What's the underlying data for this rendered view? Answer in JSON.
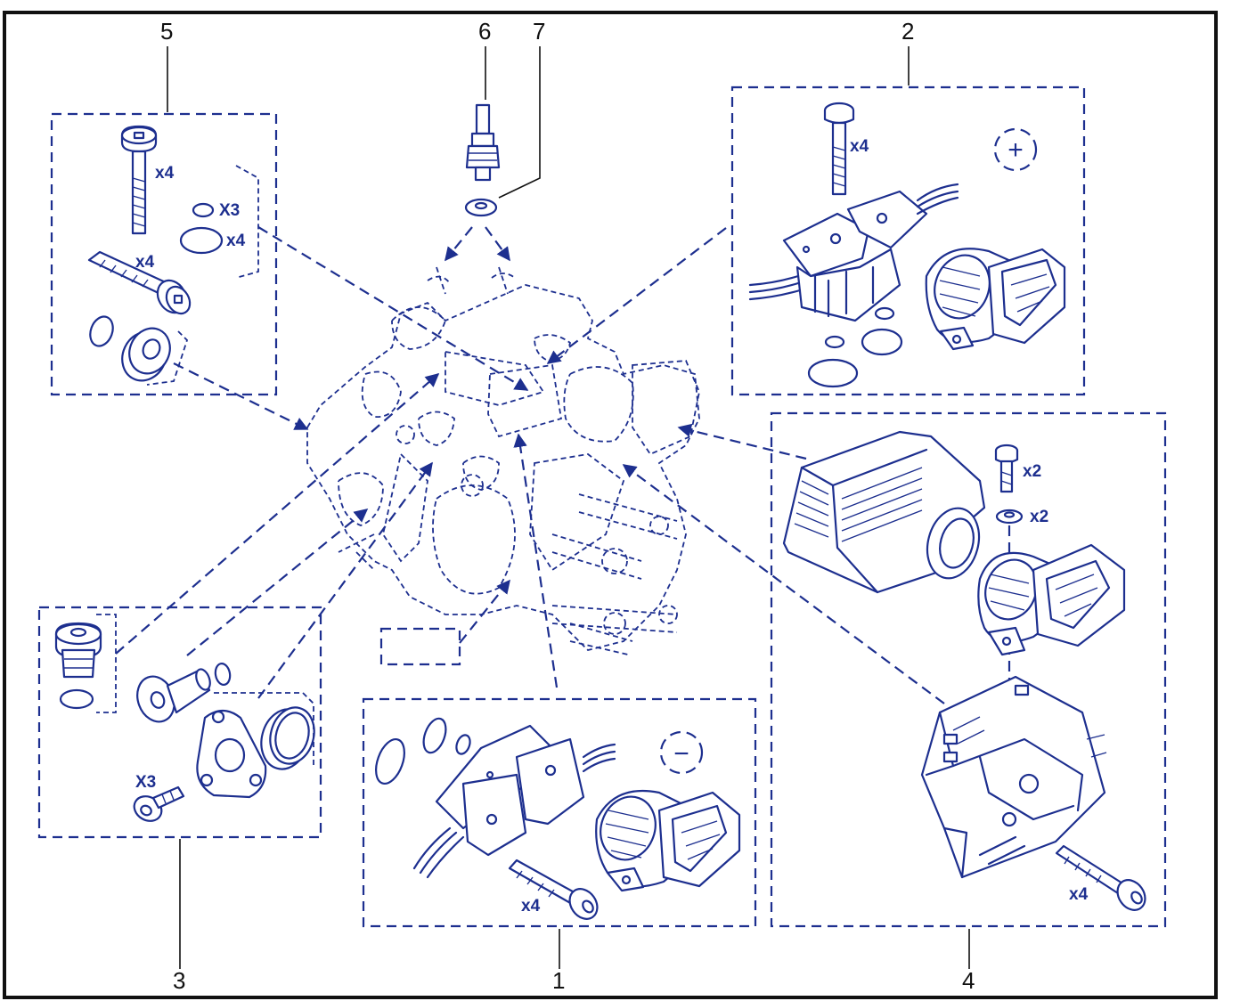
{
  "colors": {
    "ink": "#1d2f8f",
    "frame": "#111111",
    "background": "#ffffff"
  },
  "callouts": {
    "c1": "1",
    "c2": "2",
    "c3": "3",
    "c4": "4",
    "c5": "5",
    "c6": "6",
    "c7": "7"
  },
  "kits": {
    "kit1": {
      "screw_qty": "x4",
      "polarity_symbol": "−"
    },
    "kit2": {
      "screw_qty": "x4",
      "polarity_symbol": "+"
    },
    "kit3": {
      "screw_qty": "X3"
    },
    "kit4": {
      "bolt_qty": "x2",
      "washer_qty": "x2",
      "screw_qty": "x4"
    },
    "kit5": {
      "vertical_screw_qty": "x4",
      "small_oring_qty": "X3",
      "large_oring_qty": "x4",
      "horizontal_screw_qty": "x4"
    }
  },
  "icons": [
    "bolt-icon",
    "o-ring-icon",
    "solenoid-icon",
    "connector-icon",
    "cover-icon",
    "fitting-icon",
    "housing-icon"
  ]
}
